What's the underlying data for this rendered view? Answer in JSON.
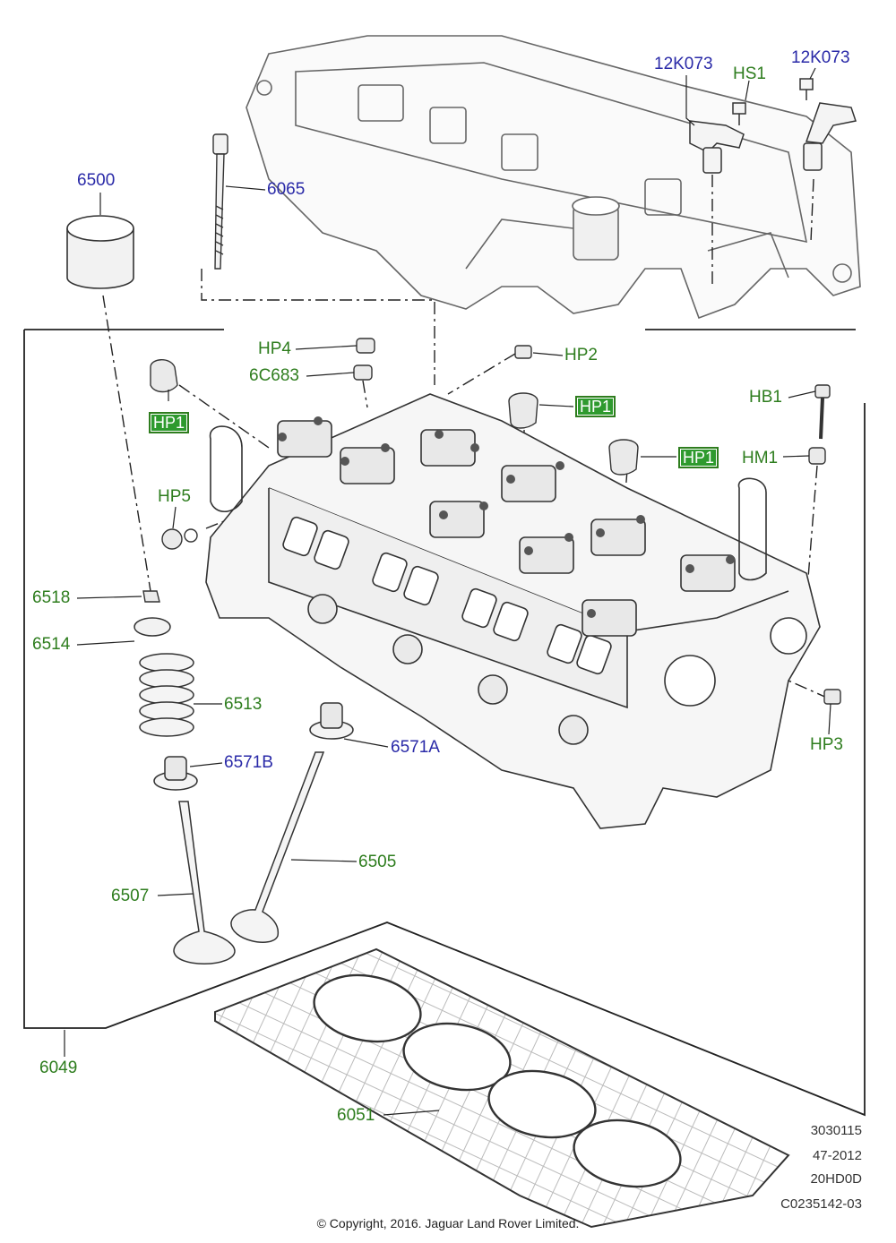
{
  "colors": {
    "green_label": "#2e7d1e",
    "blue_label": "#2a2aa8",
    "hp1_fill": "#2e9a2e",
    "line": "#222222",
    "part_stroke": "#333333",
    "part_fill": "#f4f4f4"
  },
  "callouts": [
    {
      "text": "12K073",
      "color": "blue"
    },
    {
      "text": "HS1",
      "color": "green"
    },
    {
      "text": "12K073",
      "color": "blue"
    },
    {
      "text": "6500",
      "color": "blue"
    },
    {
      "text": "6065",
      "color": "blue"
    },
    {
      "text": "HP4",
      "color": "green"
    },
    {
      "text": "6C683",
      "color": "green"
    },
    {
      "text": "HP2",
      "color": "green"
    },
    {
      "text": "HB1",
      "color": "green"
    },
    {
      "text": "HM1",
      "color": "green"
    },
    {
      "text": "HP5",
      "color": "green"
    },
    {
      "text": "6518",
      "color": "green"
    },
    {
      "text": "6514",
      "color": "green"
    },
    {
      "text": "6513",
      "color": "green"
    },
    {
      "text": "6571B",
      "color": "blue"
    },
    {
      "text": "6571A",
      "color": "blue"
    },
    {
      "text": "HP3",
      "color": "green"
    },
    {
      "text": "6505",
      "color": "green"
    },
    {
      "text": "6507",
      "color": "green"
    },
    {
      "text": "6049",
      "color": "green"
    },
    {
      "text": "6051",
      "color": "green"
    }
  ],
  "boxed_callouts": [
    {
      "text": "HP1"
    },
    {
      "text": "HP1"
    },
    {
      "text": "HP1"
    }
  ],
  "drawing_info": {
    "ref_1": "3030115",
    "ref_2": "47-2012",
    "ref_3": "20HD0D",
    "ref_4": "C0235142-03"
  },
  "copyright": "© Copyright, 2016. Jaguar Land Rover Limited."
}
